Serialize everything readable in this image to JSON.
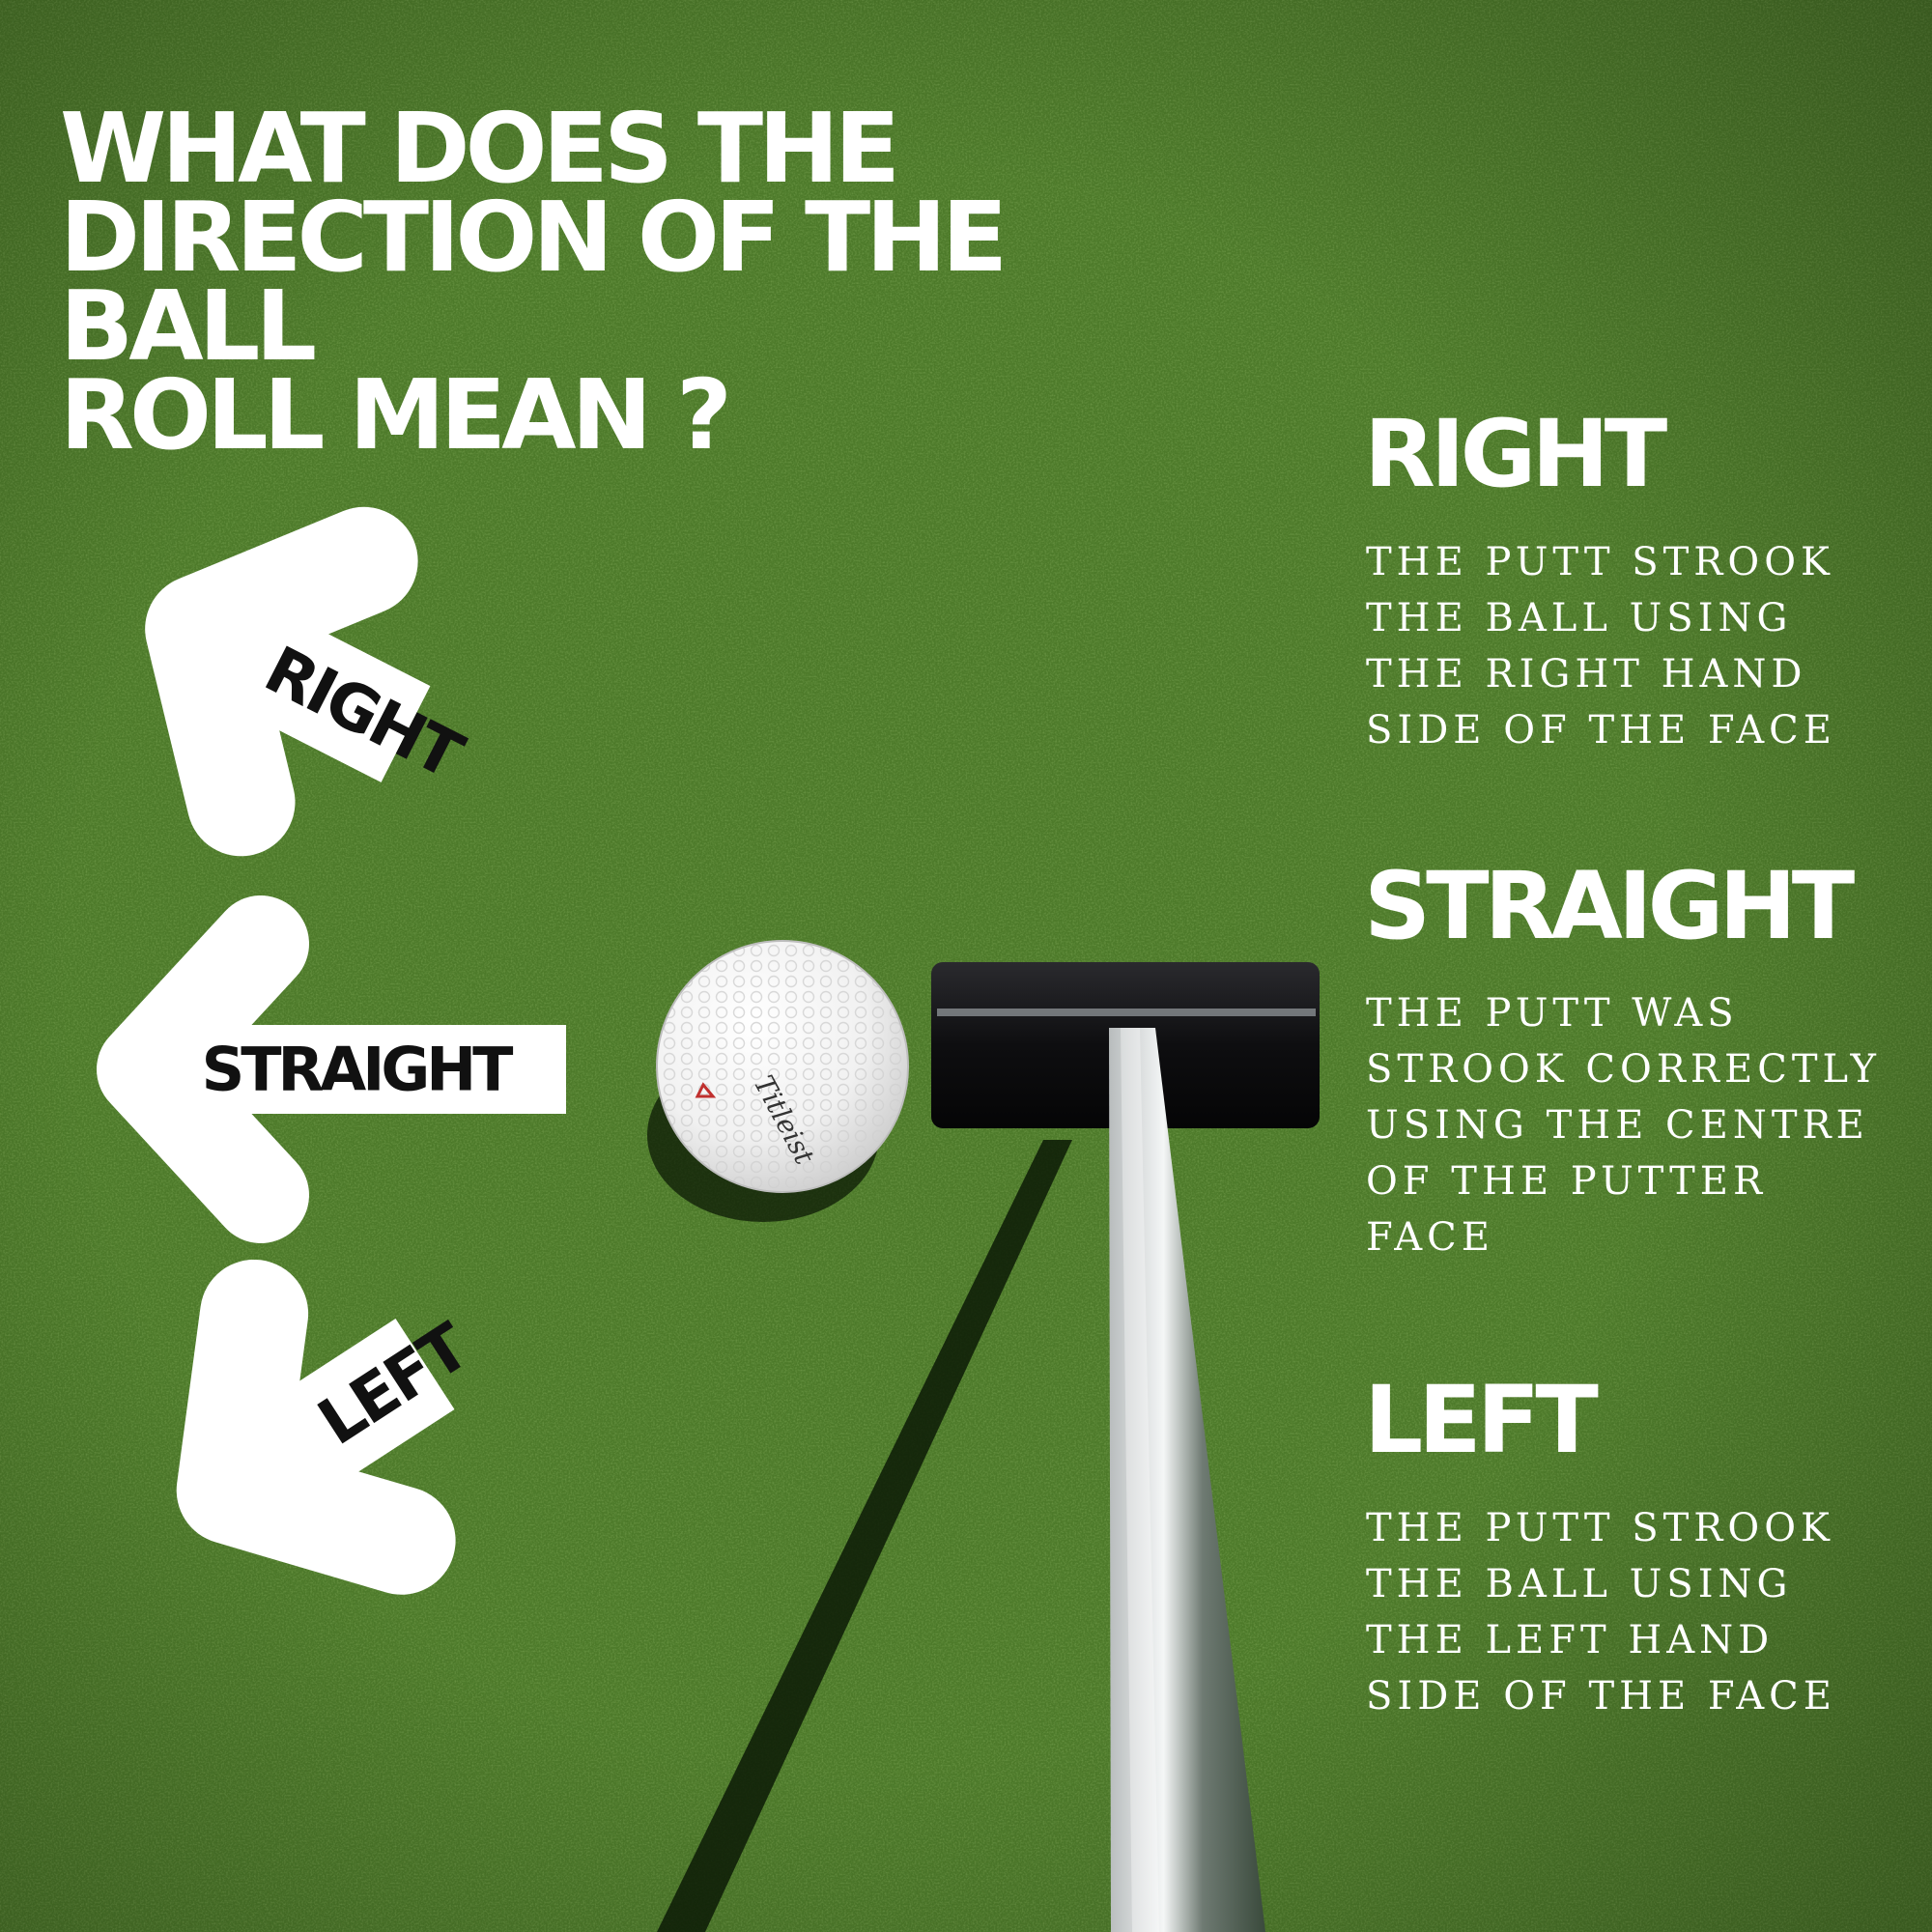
{
  "title_lines": [
    "WHAT DOES THE",
    "DIRECTION OF THE BALL",
    "ROLL MEAN ?"
  ],
  "arrows": {
    "right": "RIGHT",
    "straight": "STRAIGHT",
    "left": "LEFT"
  },
  "ball_brand": "Titleist",
  "sections": [
    {
      "heading": "RIGHT",
      "lines": [
        "THE PUTT STROOK",
        "THE BALL USING",
        "THE RIGHT HAND",
        "SIDE OF THE FACE"
      ]
    },
    {
      "heading": "STRAIGHT",
      "lines": [
        "THE PUTT WAS",
        "STROOK CORRECTLY",
        "USING THE CENTRE",
        "OF THE PUTTER",
        "FACE"
      ]
    },
    {
      "heading": "LEFT",
      "lines": [
        "THE PUTT STROOK",
        "THE BALL USING",
        "THE LEFT HAND",
        "SIDE OF THE FACE"
      ]
    }
  ],
  "colors": {
    "grass": "#4d7a2a",
    "text": "#ffffff",
    "arrow": "#ffffff",
    "arrow_text": "#111111"
  }
}
